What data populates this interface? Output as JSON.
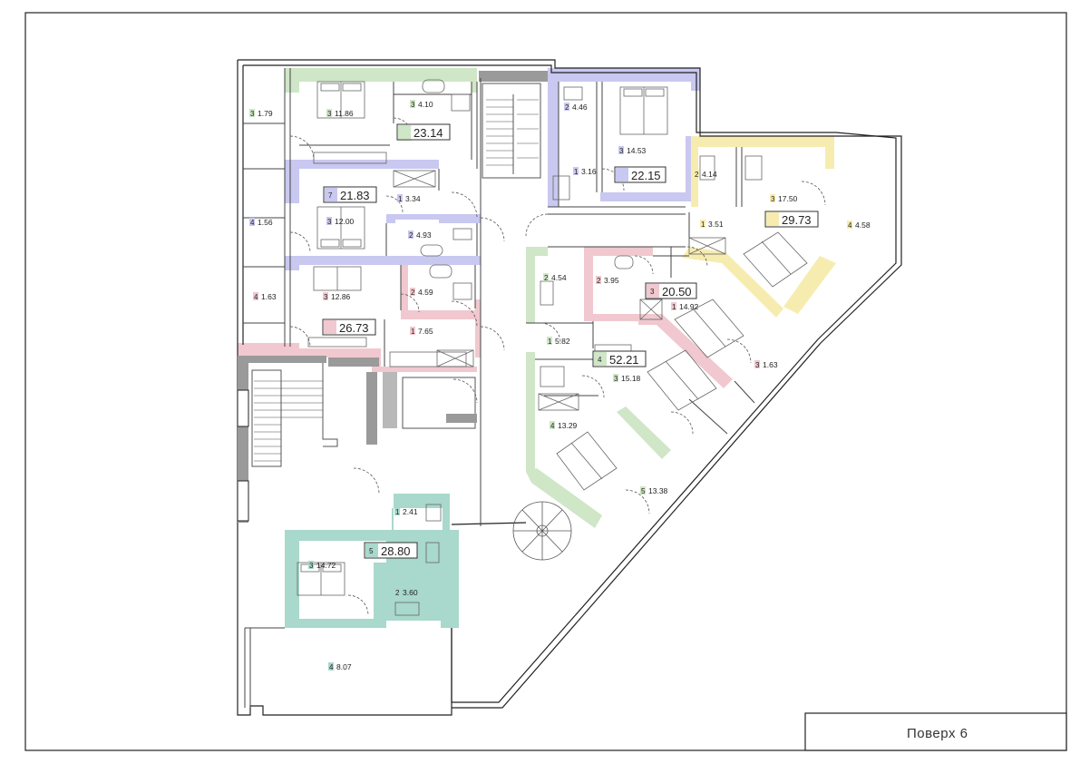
{
  "title_block": {
    "floor_label": "Поверх 6"
  },
  "colors": {
    "green": "#cfe6c7",
    "blue": "#c9c8f0",
    "pink": "#f1c8cf",
    "yellow": "#f7ecb0",
    "teal": "#a9d8cc",
    "wall": "#9a9a9a"
  },
  "apartments": [
    {
      "id": "apt-green-top",
      "color": "green",
      "total_badge": "",
      "total": "23.14",
      "rooms": [
        {
          "n": "3",
          "area": "1.79"
        },
        {
          "n": "3",
          "area": "11.86"
        },
        {
          "n": "3",
          "area": "4.10"
        }
      ]
    },
    {
      "id": "apt-blue-left",
      "color": "blue",
      "total_badge": "7",
      "total": "21.83",
      "rooms": [
        {
          "n": "4",
          "area": "1.56"
        },
        {
          "n": "3",
          "area": "12.00"
        },
        {
          "n": "1",
          "area": "3.34"
        },
        {
          "n": "2",
          "area": "4.93"
        }
      ]
    },
    {
      "id": "apt-pink-left",
      "color": "pink",
      "total_badge": "",
      "total": "26.73",
      "rooms": [
        {
          "n": "4",
          "area": "1.63"
        },
        {
          "n": "3",
          "area": "12.86"
        },
        {
          "n": "2",
          "area": "4.59"
        },
        {
          "n": "1",
          "area": "7.65"
        }
      ]
    },
    {
      "id": "apt-blue-top",
      "color": "blue",
      "total_badge": "",
      "total": "22.15",
      "rooms": [
        {
          "n": "2",
          "area": "4.46"
        },
        {
          "n": "3",
          "area": "14.53"
        },
        {
          "n": "1",
          "area": "3.16"
        }
      ]
    },
    {
      "id": "apt-yellow",
      "color": "yellow",
      "total_badge": "",
      "total": "29.73",
      "rooms": [
        {
          "n": "2",
          "area": "4.14"
        },
        {
          "n": "3",
          "area": "17.50"
        },
        {
          "n": "1",
          "area": "3.51"
        },
        {
          "n": "4",
          "area": "4.58"
        }
      ]
    },
    {
      "id": "apt-pink-right",
      "color": "pink",
      "total_badge": "3",
      "total": "20.50",
      "rooms": [
        {
          "n": "2",
          "area": "3.95"
        },
        {
          "n": "1",
          "area": "14.92"
        },
        {
          "n": "3",
          "area": "1.63"
        }
      ]
    },
    {
      "id": "apt-green-big",
      "color": "green",
      "total_badge": "4",
      "total": "52.21",
      "rooms": [
        {
          "n": "2",
          "area": "4.54"
        },
        {
          "n": "1",
          "area": "5.82"
        },
        {
          "n": "3",
          "area": "15.18"
        },
        {
          "n": "4",
          "area": "13.29"
        },
        {
          "n": "5",
          "area": "13.38"
        }
      ]
    },
    {
      "id": "apt-teal",
      "color": "teal",
      "total_badge": "5",
      "total": "28.80",
      "rooms": [
        {
          "n": "1",
          "area": "2.41"
        },
        {
          "n": "3",
          "area": "14.72"
        },
        {
          "n": "2",
          "area": "3.60"
        },
        {
          "n": "4",
          "area": "8.07"
        }
      ]
    }
  ]
}
